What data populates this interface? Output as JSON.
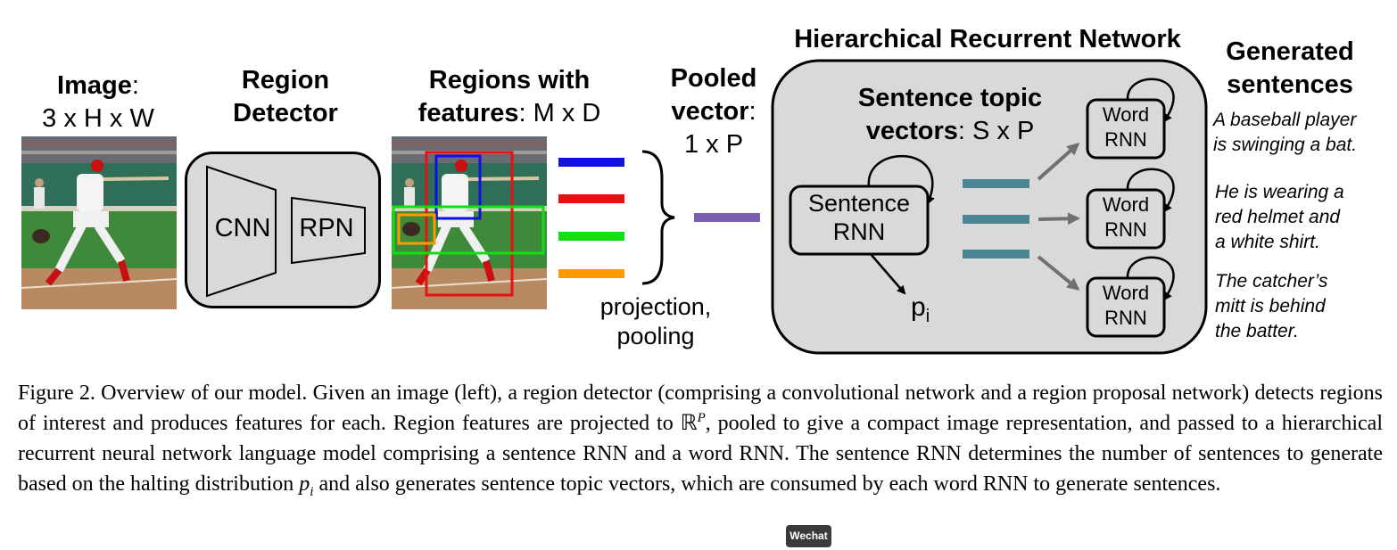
{
  "headers": {
    "image_bold": "Image",
    "image_rest": ":",
    "image_dims": "3 x H x W",
    "region_detector_line1": "Region",
    "region_detector_line2": "Detector",
    "regions_line1": "Regions with",
    "regions_line2_bold": "features",
    "regions_line2_rest": ": M x D",
    "pooled_line1": "Pooled",
    "pooled_line2_bold": "vector",
    "pooled_line2_rest": ":",
    "pooled_dims": "1 x P",
    "hrn_title": "Hierarchical Recurrent Network",
    "generated_line1": "Generated",
    "generated_line2": "sentences"
  },
  "detector": {
    "cnn_label": "CNN",
    "rpn_label": "RPN"
  },
  "projection_label_line1": "projection,",
  "projection_label_line2": "pooling",
  "hrn": {
    "topic_line1": "Sentence topic",
    "topic_line2_bold": "vectors",
    "topic_line2_rest": ": S x P",
    "sentence_rnn_line1": "Sentence",
    "sentence_rnn_line2": "RNN",
    "halting_label": "p",
    "halting_sub": "i",
    "word_rnns": [
      {
        "line1": "Word",
        "line2": "RNN"
      },
      {
        "line1": "Word",
        "line2": "RNN"
      },
      {
        "line1": "Word",
        "line2": "RNN"
      }
    ]
  },
  "generated_sentences": [
    {
      "line1": "A baseball player",
      "line2": "is swinging a bat."
    },
    {
      "line1": "He is wearing a",
      "line2": "red helmet and",
      "line3": "a white shirt."
    },
    {
      "line1": "The catcher’s",
      "line2": "mitt is behind",
      "line3": "the batter."
    }
  ],
  "region_colors": [
    "#1010e0",
    "#e81010",
    "#10e010",
    "#ff9900"
  ],
  "topic_vector_color": "#4a8593",
  "pooled_vector_color": "#7b5fb0",
  "caption": {
    "part1": "Figure 2. Overview of our model. Given an image (left), a region detector (comprising a convolutional network and a region proposal network) detects regions of interest and produces features for each. Region features are projected to ",
    "math_R": "ℝ",
    "math_R_sup": "P",
    "part2": ", pooled to give a compact image representation, and passed to a hierarchical recurrent neural network language model comprising a sentence RNN and a word RNN. The sentence RNN determines the number of sentences to generate based on the halting distribution ",
    "math_p": "p",
    "math_p_sub": "i",
    "part3": " and also generates sentence topic vectors, which are consumed by each word RNN to generate sentences."
  },
  "watermark": "Wechat"
}
